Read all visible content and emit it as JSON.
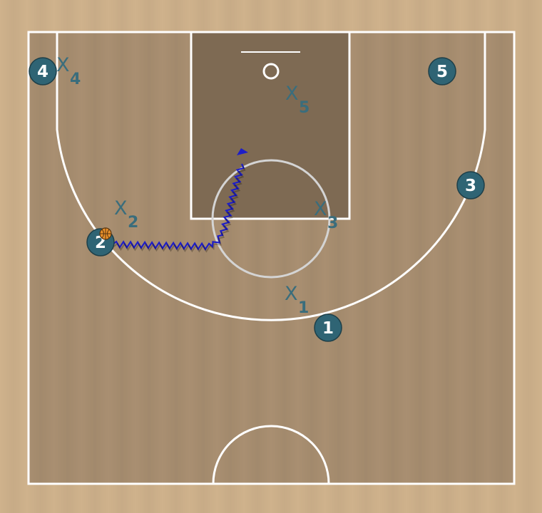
{
  "court": {
    "floor_color": "#cfb28c",
    "inner_color": "#a98f71",
    "paint_color": "#7e6a53",
    "line_color": "#ffffff",
    "lane_circle_color": "#d4d4d4"
  },
  "offense": {
    "marker_color": "#2f6474",
    "players": [
      {
        "id": "1",
        "label": "1"
      },
      {
        "id": "2",
        "label": "2",
        "has_ball": true
      },
      {
        "id": "3",
        "label": "3"
      },
      {
        "id": "4",
        "label": "4"
      },
      {
        "id": "5",
        "label": "5"
      }
    ]
  },
  "defense": {
    "color": "#3a6d7c",
    "players": [
      {
        "id": "1",
        "x": "X",
        "sub": "1"
      },
      {
        "id": "2",
        "x": "X",
        "sub": "2"
      },
      {
        "id": "3",
        "x": "X",
        "sub": "3"
      },
      {
        "id": "4",
        "x": "X",
        "sub": "4"
      },
      {
        "id": "5",
        "x": "X",
        "sub": "5"
      }
    ]
  },
  "actions": [
    {
      "type": "dribble",
      "player": "2",
      "color": "#1e1ec8",
      "description": "dribble-drive"
    }
  ],
  "ball": {
    "color": "#e8902a",
    "icon": "basketball-icon"
  }
}
